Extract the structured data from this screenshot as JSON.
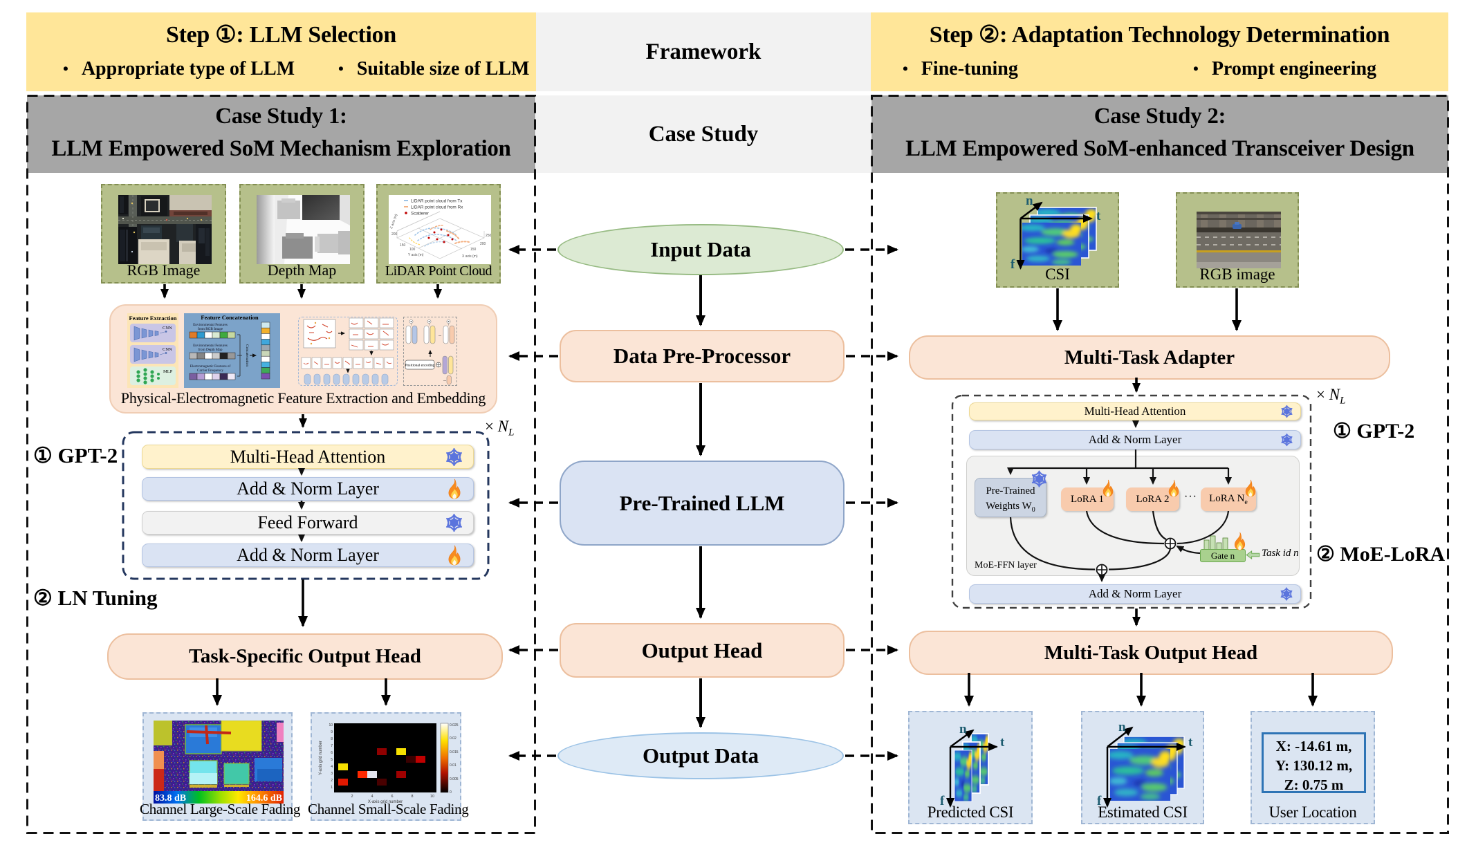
{
  "header": {
    "step1_title": "Step ①: LLM Selection",
    "step1_bullet1": "Appropriate type of LLM",
    "step1_bullet2": "Suitable size of LLM",
    "framework": "Framework",
    "step2_title": "Step ②: Adaptation Technology Determination",
    "step2_bullet1": "Fine-tuning",
    "step2_bullet2": "Prompt engineering",
    "case1_line1": "Case Study 1:",
    "case1_line2": "LLM Empowered SoM Mechanism Exploration",
    "case_study": "Case Study",
    "case2_line1": "Case Study 2:",
    "case2_line2": "LLM Empowered SoM-enhanced Transceiver Design"
  },
  "flow": {
    "input_data": "Input Data",
    "pre_processor": "Data Pre-Processor",
    "llm": "Pre-Trained LLM",
    "output_head": "Output Head",
    "output_data": "Output Data"
  },
  "case1": {
    "input1_caption": "RGB Image",
    "input2_caption": "Depth Map",
    "input3_caption": "LiDAR Point Cloud",
    "lidar_legend1": "LiDAR point cloud from Tx",
    "lidar_legend2": "LiDAR point cloud from Rx",
    "lidar_legend3": "Scatterer",
    "lidar_xaxis": "X axis (m)",
    "lidar_yaxis": "Y axis (m)",
    "lidar_zaxis": "Z axis (m)",
    "feature_caption": "Physical-Electromagnetic Feature Extraction and Embedding",
    "fe_title": "Feature Extraction",
    "fe_cnn1": "CNN",
    "fe_cnn2": "CNN",
    "fe_mlp": "MLP",
    "fc_title": "Feature Concatenation",
    "fc_row1a": "Environmental  Features",
    "fc_row1b": "from RGB Image",
    "fc_row2a": "Environmental  Features",
    "fc_row2b": "from Depth Map",
    "fc_row3a": "Electromagnetic  Features of",
    "fc_row3b": "Carrier Frequency",
    "fc_vertical": "Concatenation",
    "pe_label": "Positional encoding",
    "gpt2_label": "① GPT-2",
    "ln_label": "② LN Tuning",
    "nl_times": "×",
    "nl_base": "N",
    "nl_sub": "L",
    "layer1": "Multi-Head Attention",
    "layer2": "Add & Norm Layer",
    "layer3": "Feed Forward",
    "layer4": "Add & Norm Layer",
    "head": "Task-Specific Output Head",
    "out1_caption": "Channel Large-Scale Fading",
    "out1_min": "83.8 dB",
    "out1_max": "164.6 dB",
    "out2_caption": "Channel Small-Scale Fading",
    "out2_xlabel": "X-axis grid number",
    "out2_ylabel": "Y-axis grid number",
    "out2_cticks": [
      "0.025",
      "0.02",
      "0.015",
      "0.01",
      "0.005",
      "0"
    ],
    "out2_xticks": [
      "2",
      "4",
      "6",
      "8",
      "10"
    ],
    "out2_yticks": [
      "10",
      "9",
      "8",
      "7",
      "6",
      "5",
      "4",
      "3",
      "2",
      "1"
    ]
  },
  "case2": {
    "input1_caption": "CSI",
    "input2_caption": "RGB image",
    "axis_n": "n",
    "axis_t": "t",
    "axis_f": "f",
    "adapter": "Multi-Task Adapter",
    "nl_times": "×",
    "nl_base": "N",
    "nl_sub": "L",
    "gpt2_label": "① GPT-2",
    "moe_label": "② MoE-LoRA",
    "layer1": "Multi-Head Attention",
    "layer2": "Add & Norm Layer",
    "pretrained_line1": "Pre-Trained",
    "pretrained_line2": "Weights W",
    "pretrained_sub": "0",
    "lora1": "LoRA 1",
    "lora2": "LoRA 2",
    "dots": "···",
    "loran_base": "LoRA N",
    "loran_sub": "e",
    "gate": "Gate n",
    "task_id": "Task id n",
    "ffn_label": "MoE-FFN layer",
    "layer3": "Add & Norm Layer",
    "head": "Multi-Task Output Head",
    "out1_caption": "Predicted CSI",
    "out2_caption": "Estimated CSI",
    "out3_caption": "User Location",
    "loc_x": "X: -14.61 m,",
    "loc_y": "Y: 130.12 m,",
    "loc_z": "Z: 0.75 m"
  },
  "colors": {
    "yellow_header": "#ffe699",
    "gray_header": "#a6a6a6",
    "light_header": "#f2f2f2",
    "olive_box": "#b6c08b",
    "peach": "#fbe5d6",
    "yellow_bar": "#fff2cc",
    "blue_bar": "#dae3f3",
    "green_ellipse": "#dcead3",
    "blue_ellipse": "#deeaf6",
    "lora": "#f8cbad",
    "gate_green": "#a9d18e",
    "panel_blue": "#dbe5f2"
  }
}
